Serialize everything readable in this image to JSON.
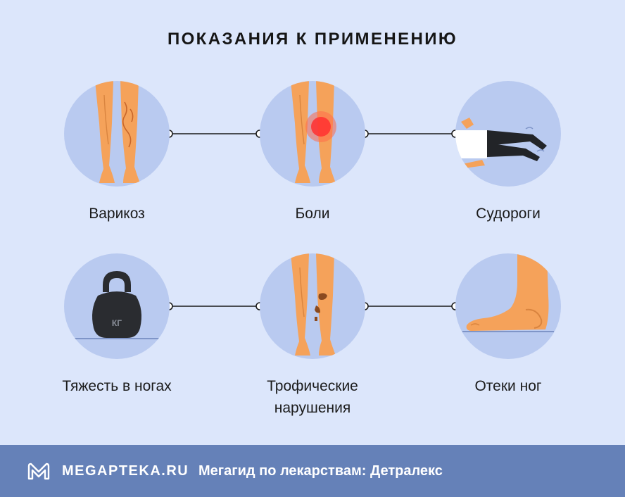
{
  "title": "ПОКАЗАНИЯ К ПРИМЕНЕНИЮ",
  "items": [
    {
      "label": "Варикоз",
      "icon": "varicose-legs-icon"
    },
    {
      "label": "Боли",
      "icon": "leg-pain-icon"
    },
    {
      "label": "Судороги",
      "icon": "cramps-person-icon"
    },
    {
      "label": "Тяжесть в ногах",
      "icon": "kettlebell-icon",
      "icon_text": "КГ"
    },
    {
      "label": "Трофические нарушения",
      "label_lines": [
        "Трофические",
        "нарушения"
      ],
      "icon": "trophic-ulcer-legs-icon"
    },
    {
      "label": "Отеки ног",
      "icon": "swollen-foot-icon"
    }
  ],
  "footer": {
    "brand": "MEGAPTEKA.RU",
    "text": "Мегагид по лекарствам: Детралекс",
    "logo_icon": "megapteka-logo-icon"
  },
  "colors": {
    "background": "#dce6fb",
    "circle": "#b9caf0",
    "footer": "#6581b8",
    "skin": "#f5a25a",
    "pain": "#ff3030"
  }
}
